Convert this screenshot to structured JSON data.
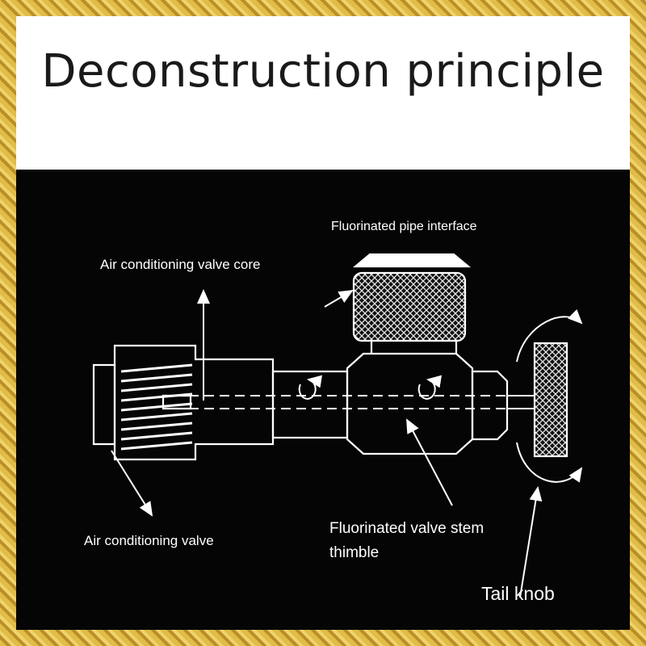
{
  "title": "Deconstruction principle",
  "labels": {
    "pipe_interface": "Fluorinated pipe interface",
    "valve_core": "Air conditioning valve core",
    "ac_valve": "Air conditioning valve",
    "stem_thimble_line1": "Fluorinated valve stem",
    "stem_thimble_line2": "thimble",
    "tail_knob": "Tail knob"
  },
  "colors": {
    "frame": "#d4af3a",
    "background": "#050505",
    "title_band": "#ffffff",
    "linework": "#ffffff"
  }
}
